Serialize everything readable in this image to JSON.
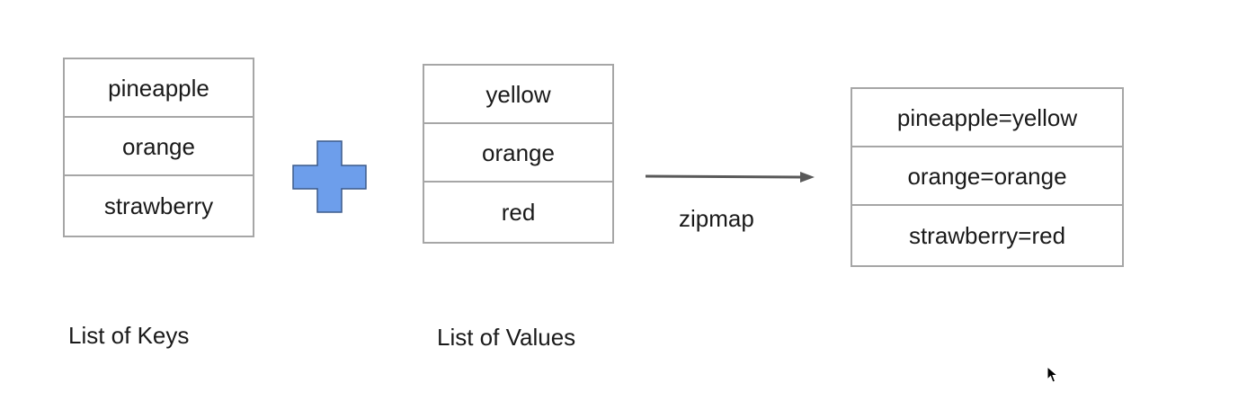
{
  "keys": {
    "items": [
      "pineapple",
      "orange",
      "strawberry"
    ],
    "caption": "List of Keys"
  },
  "values": {
    "items": [
      "yellow",
      "orange",
      "red"
    ],
    "caption": "List of Values"
  },
  "operation": {
    "label": "zipmap",
    "operator_icon": "plus-icon",
    "arrow_icon": "arrow-right-icon"
  },
  "result": {
    "items": [
      "pineapple=yellow",
      "orange=orange",
      "strawberry=red"
    ]
  },
  "colors": {
    "plus_fill": "#6d9eeb",
    "plus_stroke": "#3c5a8a",
    "box_border": "#a6a6a6",
    "arrow": "#595959"
  }
}
